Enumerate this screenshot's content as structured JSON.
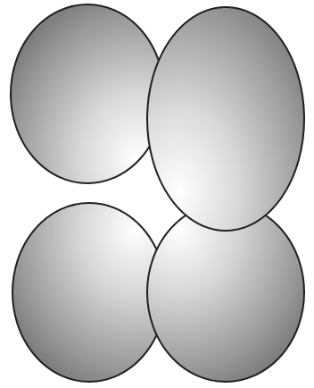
{
  "figure": {
    "description_shape": "four-overlapping-ellipses",
    "ellipses": [
      {
        "id": "top-left-ellipse",
        "stacking_order": 1
      },
      {
        "id": "bottom-left-ellipse",
        "stacking_order": 2
      },
      {
        "id": "bottom-right-ellipse",
        "stacking_order": 3
      },
      {
        "id": "top-right-ellipse",
        "stacking_order": 4
      }
    ],
    "colors": {
      "highlight": "#ffffff",
      "midtone": "#b8b8b8",
      "edge": "#6e6e6e",
      "outline": "#1f1f1f",
      "background": "#ffffff"
    }
  }
}
